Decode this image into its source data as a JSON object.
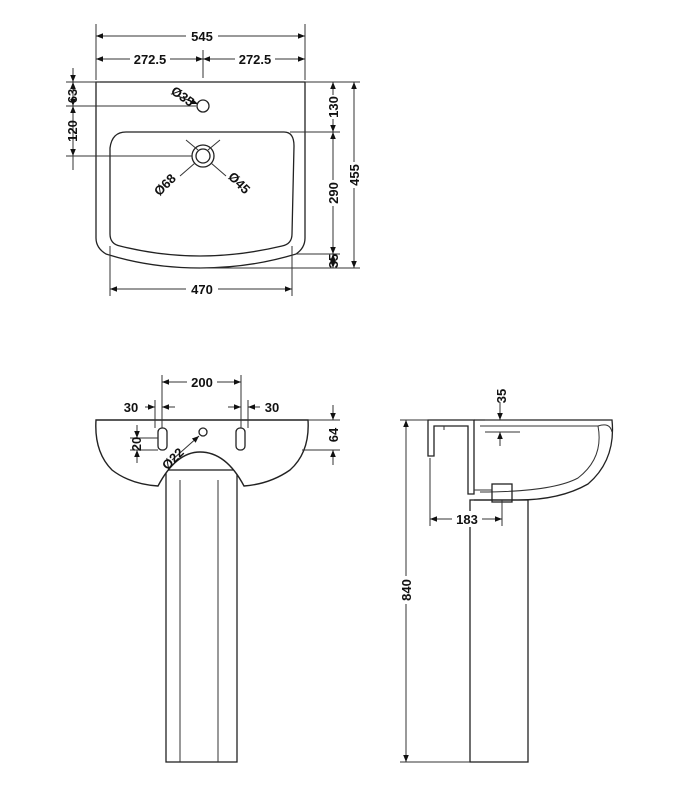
{
  "plan_view": {
    "overall_width": "545",
    "half_left": "272.5",
    "half_right": "272.5",
    "tap_hole_offset": "63",
    "bowl_offset": "120",
    "tap_hole_dia": "Ø35",
    "back_to_bowl": "130",
    "overall_depth": "455",
    "bowl_depth": "290",
    "front_rim": "35",
    "waste_dia": "Ø68",
    "waste_inner_dia": "Ø45",
    "bowl_width": "470"
  },
  "front_view": {
    "fixing_centres": "200",
    "left_offset": "30",
    "right_offset": "30",
    "fixing_height": "20",
    "fixing_dia": "Ø22",
    "rim_height": "64"
  },
  "side_view": {
    "rim_depth": "35",
    "wall_to_waste": "183",
    "overall_height": "840"
  }
}
